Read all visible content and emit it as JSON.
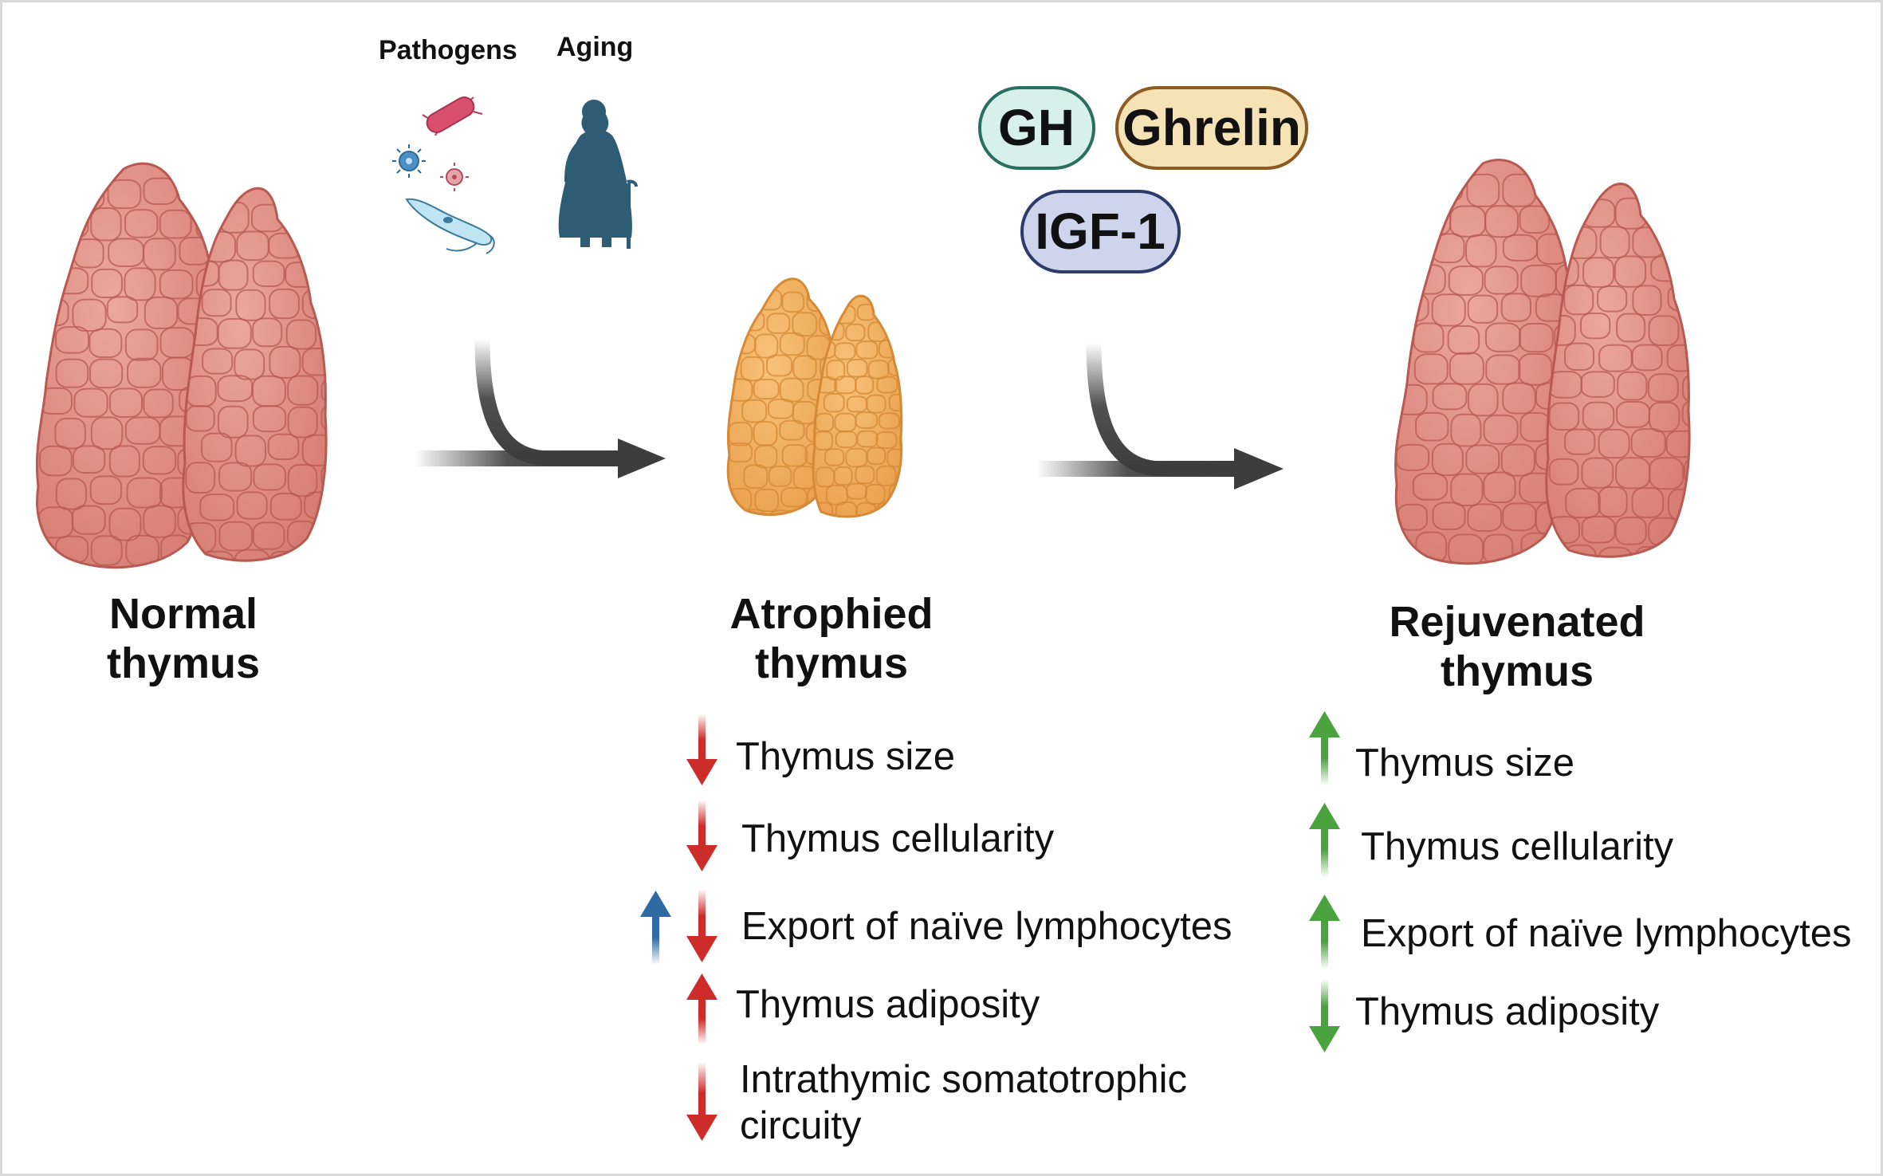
{
  "stages": {
    "normal": {
      "line1": "Normal",
      "line2": "thymus"
    },
    "atrophied": {
      "line1": "Atrophied",
      "line2": "thymus"
    },
    "rejuvenated": {
      "line1": "Rejuvenated",
      "line2": "thymus"
    }
  },
  "factors": {
    "pathogens": "Pathogens",
    "aging": "Aging"
  },
  "hormones": {
    "gh": "GH",
    "ghrelin": "Ghrelin",
    "igf1": "IGF-1"
  },
  "atrophied_effects": [
    {
      "text": "Thymus size",
      "direction": "down"
    },
    {
      "text": "Thymus  cellularity",
      "direction": "down"
    },
    {
      "text": "Export of naïve lymphocytes",
      "direction": "up-and-down"
    },
    {
      "text": "Thymus adiposity",
      "direction": "up"
    },
    {
      "text": "Intrathymic somatotrophic",
      "text2": "circuity",
      "direction": "down"
    }
  ],
  "rejuvenated_effects": [
    {
      "text": "Thymus size",
      "direction": "up"
    },
    {
      "text": "Thymus  cellularity",
      "direction": "up"
    },
    {
      "text": "Export of naïve lymphocytes",
      "direction": "up"
    },
    {
      "text": "Thymus adiposity",
      "direction": "down"
    }
  ],
  "colors": {
    "normal_thymus_fill": "#df8a80",
    "normal_thymus_stroke": "#b85a52",
    "atrophied_thymus_fill": "#f2ad5a",
    "atrophied_thymus_stroke": "#d68a35",
    "decrease_arrow": "#cc2d2a",
    "increase_arrow": "#4aa33f",
    "export_up_arrow": "#2f6aa5",
    "process_arrow": "#3d3d3d",
    "gh_fill": "#d8f0ea",
    "gh_stroke": "#2a6e60",
    "ghrelin_fill": "#f5e3b5",
    "ghrelin_stroke": "#8c5a22",
    "igf1_fill": "#cdd4ec",
    "igf1_stroke": "#2d3b6b",
    "aging_figure": "#2f5c75"
  },
  "icons": [
    "bacterium-icon",
    "virus-icon",
    "protozoan-icon",
    "elderly-person-icon",
    "thymus-icon"
  ]
}
